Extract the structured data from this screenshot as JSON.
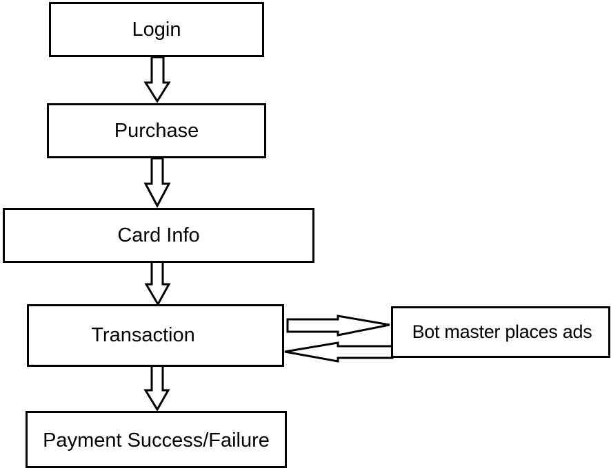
{
  "diagram": {
    "nodes": {
      "login": "Login",
      "purchase": "Purchase",
      "card_info": "Card Info",
      "transaction": "Transaction",
      "payment": "Payment Success/Failure",
      "bot_master": "Bot master places ads"
    },
    "edges": [
      {
        "from": "login",
        "to": "purchase"
      },
      {
        "from": "purchase",
        "to": "card_info"
      },
      {
        "from": "card_info",
        "to": "transaction"
      },
      {
        "from": "transaction",
        "to": "payment"
      },
      {
        "from": "transaction",
        "to": "bot_master"
      },
      {
        "from": "bot_master",
        "to": "transaction"
      }
    ],
    "colors": {
      "stroke": "#000000",
      "fill": "#ffffff"
    }
  }
}
